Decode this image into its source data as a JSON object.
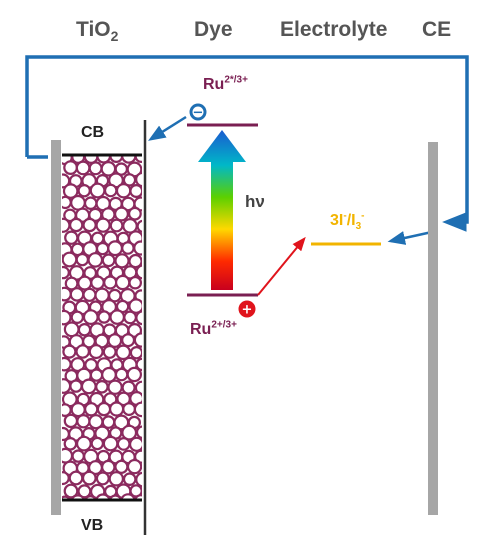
{
  "headers": {
    "tio2_base": "TiO",
    "tio2_sub": "2",
    "dye": "Dye",
    "electrolyte": "Electrolyte",
    "ce": "CE"
  },
  "band_labels": {
    "cb": "CB",
    "vb": "VB"
  },
  "dye_levels": {
    "excited_base": "Ru",
    "excited_sup": "2*/3+",
    "ground_base": "Ru",
    "ground_sup": "2+/3+"
  },
  "excitation_label": "hν",
  "redox": {
    "part1_base": "3I",
    "part1_sup": "-",
    "slash": "/I",
    "part2_sub": "3",
    "part2_sup": "-"
  },
  "charges": {
    "electron": "−",
    "hole": "+"
  },
  "colors": {
    "circuit_arrow": "#1f6fb3",
    "electron_badge": "#1f6fb3",
    "hole_badge": "#e0141c",
    "dye_level": "#7a1f52",
    "particle_outline": "#8b2a5e",
    "redox_level": "#f2b400",
    "electrode": "#a6a6a6",
    "transfer_arrow": "#e0141c"
  }
}
